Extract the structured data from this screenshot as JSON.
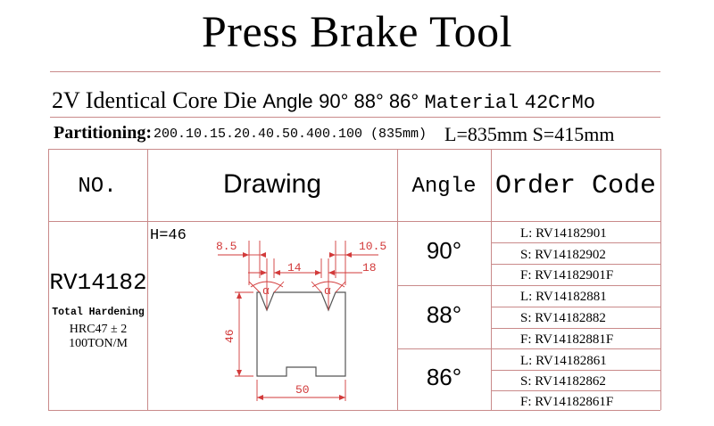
{
  "title": "Press Brake Tool",
  "subtitle": {
    "product": "2V Identical Core Die",
    "angle_label": "Angle",
    "angle_values": "90° 88° 86°",
    "material_label": "Material",
    "material_value": "42CrMo"
  },
  "partitioning": {
    "label": "Partitioning:",
    "value": "200.10.15.20.40.50.400.100 (835mm)",
    "lengths": "L=835mm  S=415mm"
  },
  "table": {
    "headers": {
      "no": "NO.",
      "drawing": "Drawing",
      "angle": "Angle",
      "order_code": "Order Code"
    },
    "model": "RV14182",
    "specs": [
      "Total Hardening",
      "HRC47 ± 2",
      "100TON/M"
    ],
    "drawing": {
      "h_label": "H=46",
      "dims": {
        "left_offset": "8.5",
        "right_offset": "10.5",
        "v1": "14",
        "v2": "18",
        "height": "46",
        "width": "50",
        "alpha": "α"
      }
    },
    "rows": [
      {
        "angle": "90°",
        "codes": [
          "L: RV14182901",
          "S: RV14182902",
          "F: RV14182901F"
        ]
      },
      {
        "angle": "88°",
        "codes": [
          "L: RV14182881",
          "S: RV14182882",
          "F: RV14182881F"
        ]
      },
      {
        "angle": "86°",
        "codes": [
          "L: RV14182861",
          "S: RV14182862",
          "F: RV14182861F"
        ]
      }
    ]
  },
  "colors": {
    "grid": "#c98a8a",
    "dimension": "#d23a3a",
    "profile": "#555555"
  }
}
